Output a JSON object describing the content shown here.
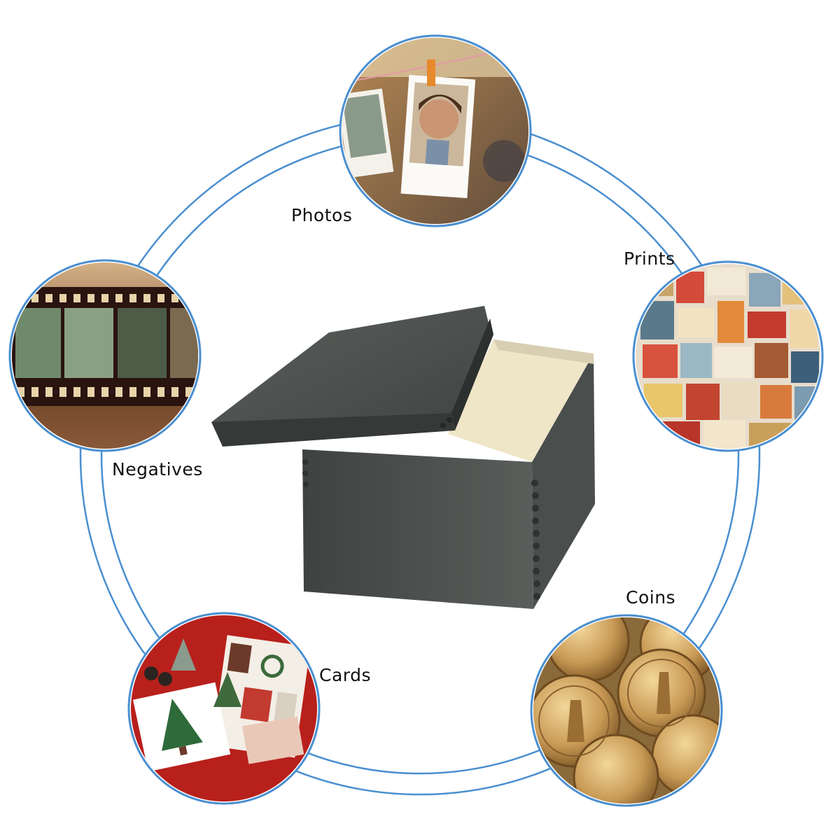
{
  "labels": {
    "photos": "Photos",
    "prints": "Prints",
    "negatives": "Negatives",
    "coins": "Coins",
    "cards": "Cards"
  },
  "colors": {
    "ring": "#4a8fd0",
    "box_body": "#4b4f4d",
    "box_interior": "#efe6c8",
    "cards_background": "#b8201c",
    "coins": "#c79a55"
  }
}
